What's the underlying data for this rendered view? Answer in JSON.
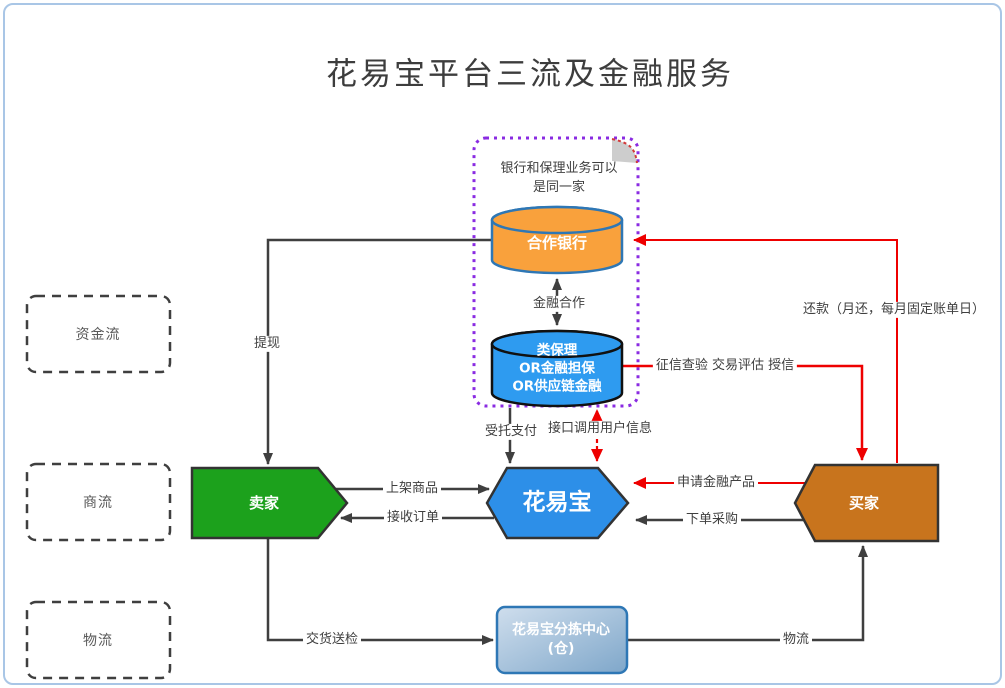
{
  "title": "花易宝平台三流及金融服务",
  "flows": [
    {
      "label": "资金流"
    },
    {
      "label": "商流"
    },
    {
      "label": "物流"
    }
  ],
  "note": {
    "line1": "银行和保理业务可以",
    "line2": "是同一家"
  },
  "nodes": {
    "bank": {
      "label": "合作银行"
    },
    "factoring": {
      "line1": "类保理",
      "line2": "OR金融担保",
      "line3": "OR供应链金融"
    },
    "platform": {
      "label": "花易宝"
    },
    "seller": {
      "label": "卖家"
    },
    "buyer": {
      "label": "买家"
    },
    "sorting_center": {
      "line1": "花易宝分拣中心",
      "line2": "(仓)"
    }
  },
  "edges": {
    "withdraw": "提现",
    "financial_cooperation": "金融合作",
    "entrusted_payment": "受托支付",
    "api_user_info": "接口调用用户信息",
    "list_goods": "上架商品",
    "receive_orders": "接收订单",
    "apply_financial_product": "申请金融产品",
    "place_order": "下单采购",
    "credit_check": "征信查验 交易评估 授信",
    "repayment": "还款（月还，每月固定账单日）",
    "deliver_inspect": "交货送检",
    "logistics": "物流"
  },
  "colors": {
    "line": "#3f3f3f",
    "red": "#ee0000",
    "purple_dashed": "#8a2be2",
    "bank_fill": "#f9a13c",
    "bank_stroke": "#2e77b5",
    "factoring_fill": "#2e9bf0",
    "platform_fill": "#2d8fe8",
    "seller_fill": "#1ca11c",
    "buyer_fill": "#c8741d",
    "sorting_stroke": "#2e77b5",
    "page_frame": "#a9c6e6"
  }
}
